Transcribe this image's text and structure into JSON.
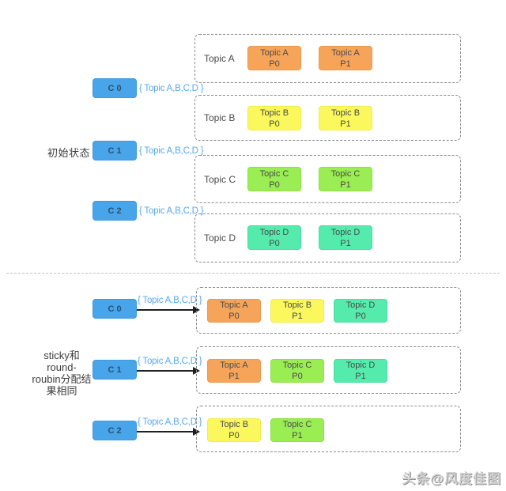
{
  "colors": {
    "consumer_blue": "#49a5e9",
    "topics_label_blue": "#57a9eb",
    "topic_a_orange": "#f5a45a",
    "topic_b_yellow": "#faf85c",
    "topic_c_green": "#9aed52",
    "topic_d_teal": "#54ebad",
    "chip_text": "#4a4a4a",
    "dashed_border": "#8a8a8a"
  },
  "top": {
    "section_label": "初始状态",
    "consumers": [
      {
        "name": "C 0",
        "topics": "{ Topic A,B,C,D }"
      },
      {
        "name": "C 1",
        "topics": "{ Topic A,B,C,D }"
      },
      {
        "name": "C 2",
        "topics": "{ Topic A,B,C,D }"
      }
    ],
    "rows": [
      {
        "label": "Topic A",
        "chips": [
          {
            "title": "Topic A",
            "part": "P0",
            "color": "orange"
          },
          {
            "title": "Topic A",
            "part": "P1",
            "color": "orange"
          }
        ]
      },
      {
        "label": "Topic B",
        "chips": [
          {
            "title": "Topic B",
            "part": "P0",
            "color": "yellow"
          },
          {
            "title": "Topic B",
            "part": "P1",
            "color": "yellow"
          }
        ]
      },
      {
        "label": "Topic C",
        "chips": [
          {
            "title": "Topic C",
            "part": "P0",
            "color": "green"
          },
          {
            "title": "Topic C",
            "part": "P1",
            "color": "green"
          }
        ]
      },
      {
        "label": "Topic D",
        "chips": [
          {
            "title": "Topic D",
            "part": "P0",
            "color": "teal"
          },
          {
            "title": "Topic D",
            "part": "P1",
            "color": "teal"
          }
        ]
      }
    ]
  },
  "bottom": {
    "section_label_lines": [
      "sticky和",
      "round-",
      "roubin分配结",
      "果相同"
    ],
    "rows": [
      {
        "consumer": "C 0",
        "topics": "{ Topic A,B,C,D }",
        "chips": [
          {
            "title": "Topic A",
            "part": "P0",
            "color": "orange"
          },
          {
            "title": "Topic B",
            "part": "P1",
            "color": "yellow"
          },
          {
            "title": "Topic D",
            "part": "P0",
            "color": "teal"
          }
        ]
      },
      {
        "consumer": "C 1",
        "topics": "{ Topic A,B,C,D }",
        "chips": [
          {
            "title": "Topic A",
            "part": "P1",
            "color": "orange"
          },
          {
            "title": "Topic C",
            "part": "P0",
            "color": "green"
          },
          {
            "title": "Topic D",
            "part": "P1",
            "color": "teal"
          }
        ]
      },
      {
        "consumer": "C 2",
        "topics": "{ Topic A,B,C,D }",
        "chips": [
          {
            "title": "Topic B",
            "part": "P0",
            "color": "yellow"
          },
          {
            "title": "Topic C",
            "part": "P1",
            "color": "green"
          }
        ]
      }
    ]
  },
  "watermark": {
    "text": "头条@风度佳图"
  }
}
